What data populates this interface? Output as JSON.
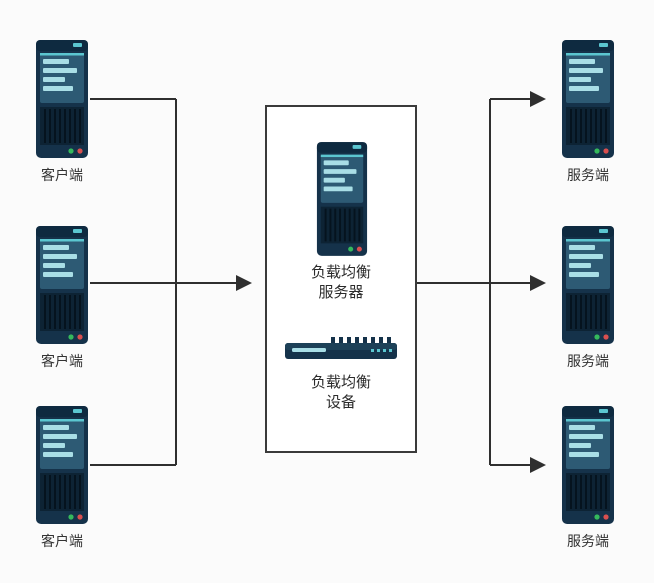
{
  "background_color": "#fbfbfb",
  "colors": {
    "tower_body": "#15324a",
    "tower_cap": "#0e2a40",
    "tower_panel": "#2d5a74",
    "tower_bars": "#a9dee6",
    "tower_accent": "#5bc6d0",
    "tower_vent": "#0d2334",
    "led_green": "#35b95c",
    "led_red": "#d94f4f",
    "connector_line": "#2f2f2f",
    "center_box_border": "#3a3a3a",
    "center_box_background": "#ffffff",
    "label_text": "#333333"
  },
  "clients": [
    {
      "label": "客户端"
    },
    {
      "label": "客户端"
    },
    {
      "label": "客户端"
    }
  ],
  "servers": [
    {
      "label": "服务端"
    },
    {
      "label": "服务端"
    },
    {
      "label": "服务端"
    }
  ],
  "center": {
    "server_label": [
      "负载均衡",
      "服务器"
    ],
    "device_label": [
      "负载均衡",
      "设备"
    ]
  },
  "icons": {
    "tower": "tower-server-icon",
    "device": "load-balancer-appliance-icon"
  }
}
